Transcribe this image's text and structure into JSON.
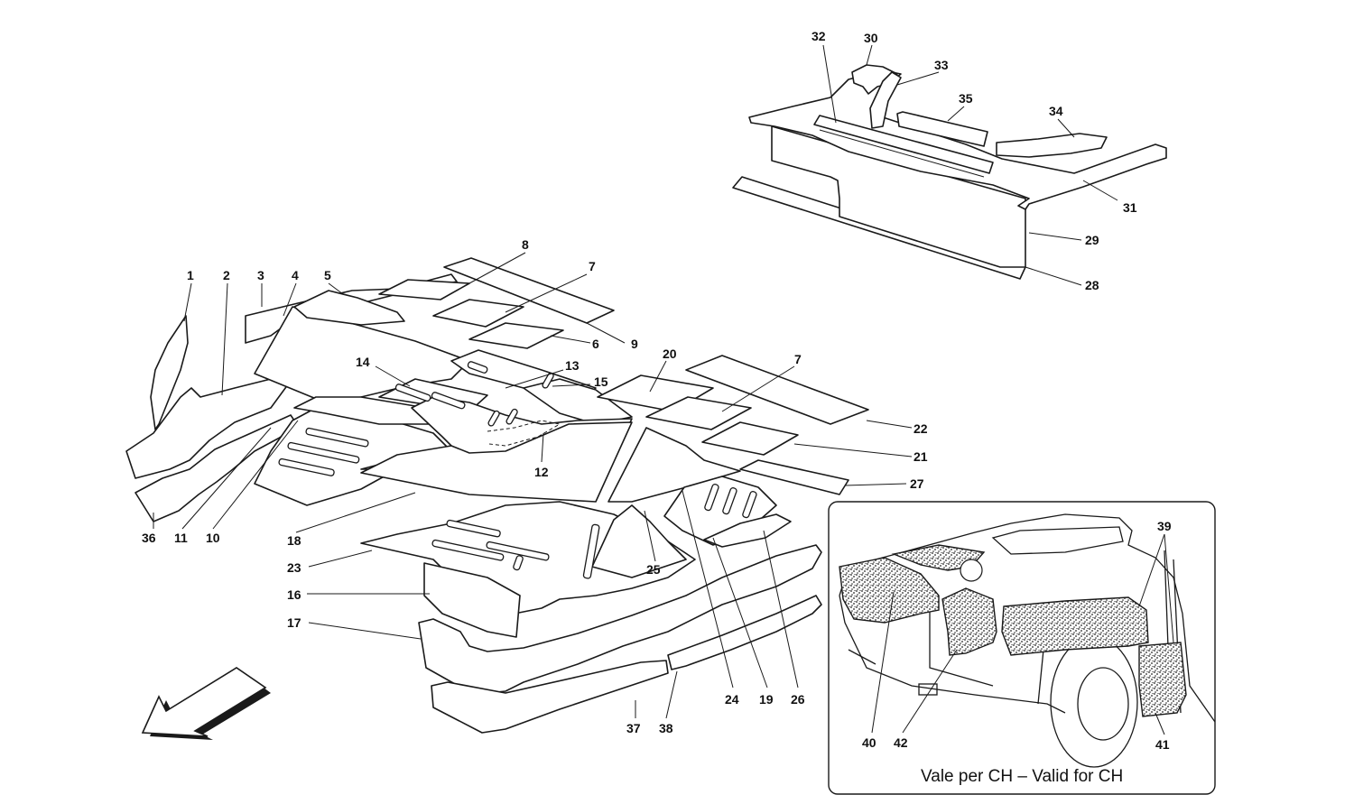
{
  "diagram": {
    "inset_caption": "Vale per CH – Valid for CH",
    "callouts": {
      "c1": "1",
      "c2": "2",
      "c3": "3",
      "c4": "4",
      "c5": "5",
      "c6": "6",
      "c7a": "7",
      "c7b": "7",
      "c8": "8",
      "c9": "9",
      "c10": "10",
      "c11": "11",
      "c12": "12",
      "c13": "13",
      "c14": "14",
      "c15": "15",
      "c16": "16",
      "c17": "17",
      "c18": "18",
      "c19": "19",
      "c20": "20",
      "c21": "21",
      "c22": "22",
      "c23": "23",
      "c24": "24",
      "c25": "25",
      "c26": "26",
      "c27": "27",
      "c28": "28",
      "c29": "29",
      "c30": "30",
      "c31": "31",
      "c32": "32",
      "c33": "33",
      "c34": "34",
      "c35": "35",
      "c36": "36",
      "c37": "37",
      "c38": "38",
      "c39": "39",
      "c40": "40",
      "c41": "41",
      "c42": "42"
    },
    "icons": {
      "direction_arrow": "direction-arrow-icon"
    }
  }
}
